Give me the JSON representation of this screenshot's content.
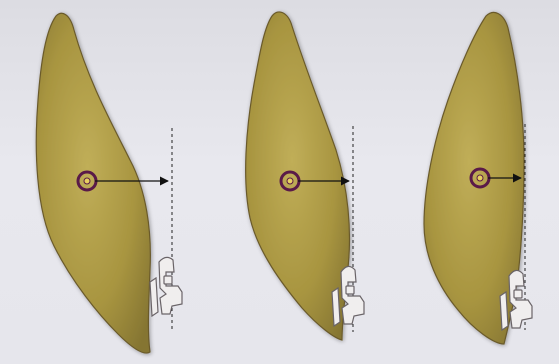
{
  "figure": {
    "panel_count": 3,
    "colors": {
      "background": "#e4e4ea",
      "tooth_fill": "#a89540",
      "tooth_fill_light": "#bba94e",
      "tooth_outline": "#6a5a2c",
      "center_ring": "#5a1a48",
      "center_dot": "#e8d060",
      "vector_line": "#111111",
      "reference_line": "#222222",
      "bracket_fill": "#f0eeee",
      "bracket_stroke": "#6a6468"
    },
    "icons": [
      "center-of-resistance-marker",
      "force-vector-arrow",
      "dashed-reference-line",
      "orthodontic-bracket"
    ],
    "panels": [
      {
        "id": "left",
        "vector_arrow_length": "long"
      },
      {
        "id": "middle",
        "vector_arrow_length": "medium"
      },
      {
        "id": "right",
        "vector_arrow_length": "short"
      }
    ]
  }
}
